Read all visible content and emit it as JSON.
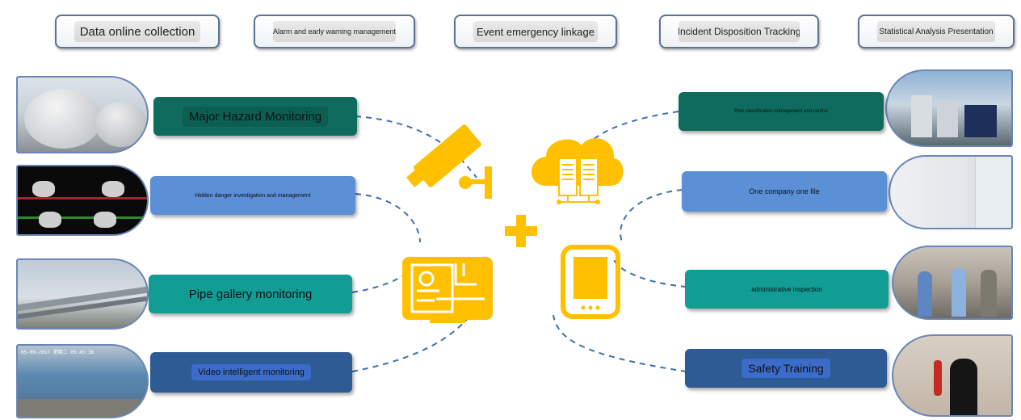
{
  "tabs": [
    "Data online collection",
    "Alarm and early warning management",
    "Event emergency linkage",
    "Incident Disposition Tracking",
    "Statistical Analysis Presentation"
  ],
  "left_items": [
    "Major Hazard Monitoring",
    "Hidden danger investigation and management",
    "Pipe gallery monitoring",
    "Video intelligent monitoring"
  ],
  "right_items": [
    "Risk classification management and control",
    "One company one file",
    "administrative inspection",
    "Safety Training"
  ],
  "video_timestamp": "05-09-2017 星期二 05:45:38",
  "colors": {
    "accent": "#ffc000",
    "dashed_line": "#3f6fae"
  }
}
